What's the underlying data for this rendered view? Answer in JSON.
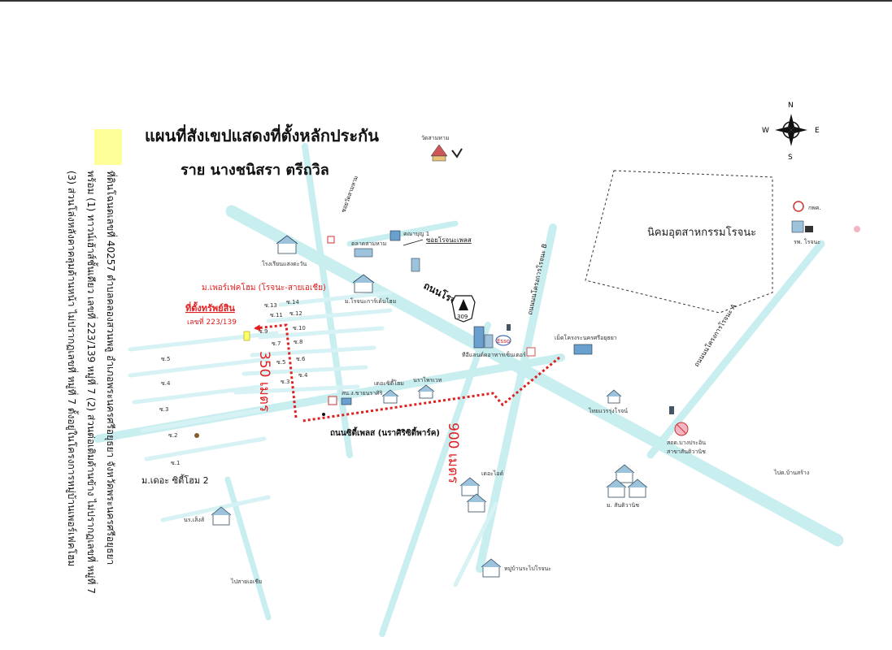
{
  "title": {
    "line1": "แผนที่สังเขปแสดงที่ตั้งหลักประกัน",
    "line2": "ราย นางชนิสรา ตรีถวิล"
  },
  "side_notes": [
    "ที่ดินโฉนดเลขที่ 40257 ตำบลคลองสวนพลู อำเภอพระนครศรีอยุธยา จังหวัดพระนครศรีอยุธยา",
    "พร้อม (1) ทาวน์เฮ้าส์ชั้นเดียว เลขที่ 223/139 หมู่ที่ 7 (2) ส่วนต่อเติมด้านข้าง ไม่ปรากฏเลขที่ หมู่ที่ 7",
    "(3) ส่วนโล่งหลังคาคลุมด้านหน้า ไม่ปรากฏเลขที่ หมู่ที่ 7 ตั้งอยู่ในโครงการหมู่บ้านเพอร์เฟคโฮม"
  ],
  "compass": {
    "N": "N",
    "S": "S",
    "E": "E",
    "W": "W"
  },
  "highlight_color": "#ffff99",
  "route_color": "#e02020",
  "road_color": "#c9eef0",
  "property": {
    "label": "ที่ตั้งทรัพย์สิน",
    "number": "เลขที่ 223/139",
    "project": "ม.เพอร์เฟคโฮม (โรจนะ-สายเอเชีย)"
  },
  "distances": {
    "d1": "350 เมตร",
    "d2": "900 เมตร"
  },
  "roads": {
    "rojana": "ถนนโรจนะ",
    "city_place": "ถนนซิตี้เพลส (นราศิริซิตี้พาร์ค)",
    "project_b": "ถนนนนโครงการโรจนะ B",
    "project_a": "ถนนนนโครงการโรจนะ A",
    "wat_soi": "ซอยวัดสามหาม",
    "soi_rojana": "ซอยโรจนะเพลส",
    "route_badge": "309"
  },
  "sois": {
    "s1": "ซ.1",
    "s2": "ซ.2",
    "s3": "ซ.3",
    "s4": "ซ.4",
    "s5": "ซ.5",
    "s6": "ซ.6",
    "s7": "ซ.7",
    "s8": "ซ.8",
    "s9": "ซ.9",
    "s10": "ซ.10",
    "s11": "ซ.11",
    "s12": "ซ.12",
    "s13": "ซ.13",
    "s14": "ซ.14",
    "r4": "ซ.4",
    "r3": "ซ.3",
    "r5": "ซ.5"
  },
  "places": {
    "temple": "วัดสามหาม",
    "market": "ตลาดสามหาม",
    "kanang": "คณาบุญ 1",
    "school": "โรงเรียนแสงตะวัน",
    "rojana_park": "ม.โรจนะการ์เด้นโฮม",
    "big_c": "ทีอีแลนด์ดอาหารเซ็นเตอร์",
    "esso": "Esso",
    "mega": "เม็ดโครงระนครศรีอยุธยา",
    "city_home": "เดอะซิตี้โฮม",
    "nara": "นราไพรเวท",
    "saksit": "สน.ง.ขายนราศิริ",
    "estate": "นิคมอุตสาหกรรมโรจนะ",
    "police": "กพค.",
    "hospital": "รพ. โรจนะ",
    "school2": "ไทยแวรรุ่งโรจน์",
    "gas": "สถด.บางประอิน\nสาขาสันติวานิช",
    "city_home2": "ม.เดอะ ซิตี้โฮม 2",
    "nara_sit": "นร.เส็งส์",
    "the_ville": "เดอะไอด์",
    "santi": "ม. สันติวานิช",
    "village": "หมู่บ้านระไปโรจนะ",
    "to_asia": "ไปสายเอเชีย",
    "to_bankrang": "ไปต.บ้านสร้าง"
  }
}
